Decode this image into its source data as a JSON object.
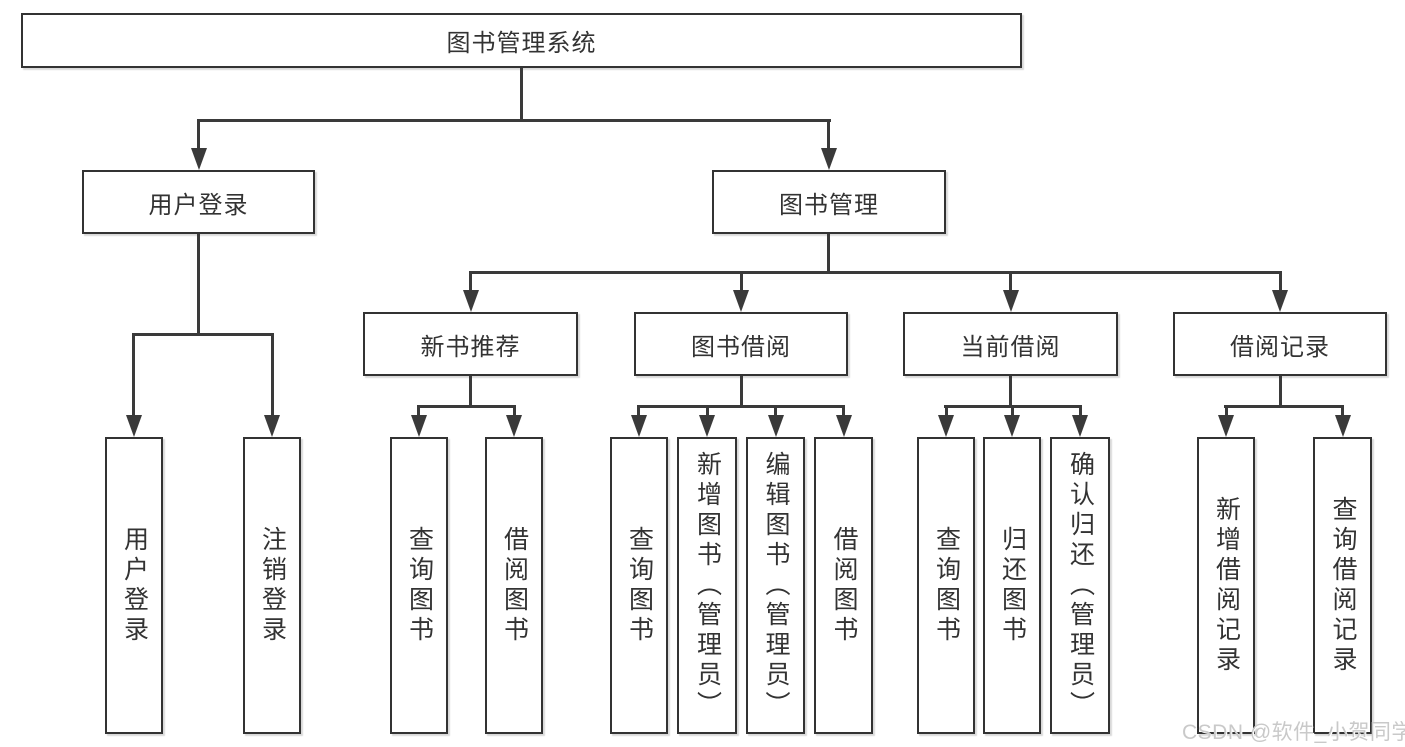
{
  "diagram": {
    "root": {
      "label": "图书管理系统"
    },
    "children": [
      {
        "label": "用户登录",
        "children": [
          {
            "label": "用户登录"
          },
          {
            "label": "注销登录"
          }
        ]
      },
      {
        "label": "图书管理",
        "children": [
          {
            "label": "新书推荐",
            "children": [
              {
                "label": "查询图书"
              },
              {
                "label": "借阅图书"
              }
            ]
          },
          {
            "label": "图书借阅",
            "children": [
              {
                "label": "查询图书"
              },
              {
                "label": "新增图书（管理员）"
              },
              {
                "label": "编辑图书（管理员）"
              },
              {
                "label": "借阅图书"
              }
            ]
          },
          {
            "label": "当前借阅",
            "children": [
              {
                "label": "查询图书"
              },
              {
                "label": "归还图书"
              },
              {
                "label": "确认归还（管理员）"
              }
            ]
          },
          {
            "label": "借阅记录",
            "children": [
              {
                "label": "新增借阅记录"
              },
              {
                "label": "查询借阅记录"
              }
            ]
          }
        ]
      }
    ]
  },
  "watermark": {
    "text": "CSDN @软件_小贺同学"
  },
  "colors": {
    "line": "#3a3a3a",
    "border": "#333333",
    "text": "#333333",
    "background": "#ffffff",
    "watermark": "#c9c9c9"
  }
}
